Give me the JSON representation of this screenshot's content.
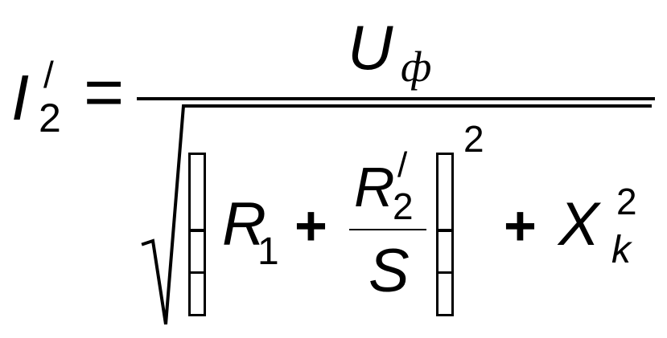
{
  "formula": {
    "lhs": {
      "symbol": "I",
      "subscript": "2",
      "prime": "/"
    },
    "equals": "=",
    "numerator": {
      "symbol": "U",
      "subscript": "ф"
    },
    "denominator": {
      "r1": {
        "symbol": "R",
        "subscript": "1"
      },
      "plus_1": "+",
      "fraction": {
        "numerator": {
          "symbol": "R",
          "subscript": "2",
          "prime": "/"
        },
        "denominator": "S"
      },
      "bracket_power": "2",
      "plus_2": "+",
      "xk": {
        "symbol": "X",
        "subscript": "k",
        "superscript": "2"
      }
    }
  }
}
